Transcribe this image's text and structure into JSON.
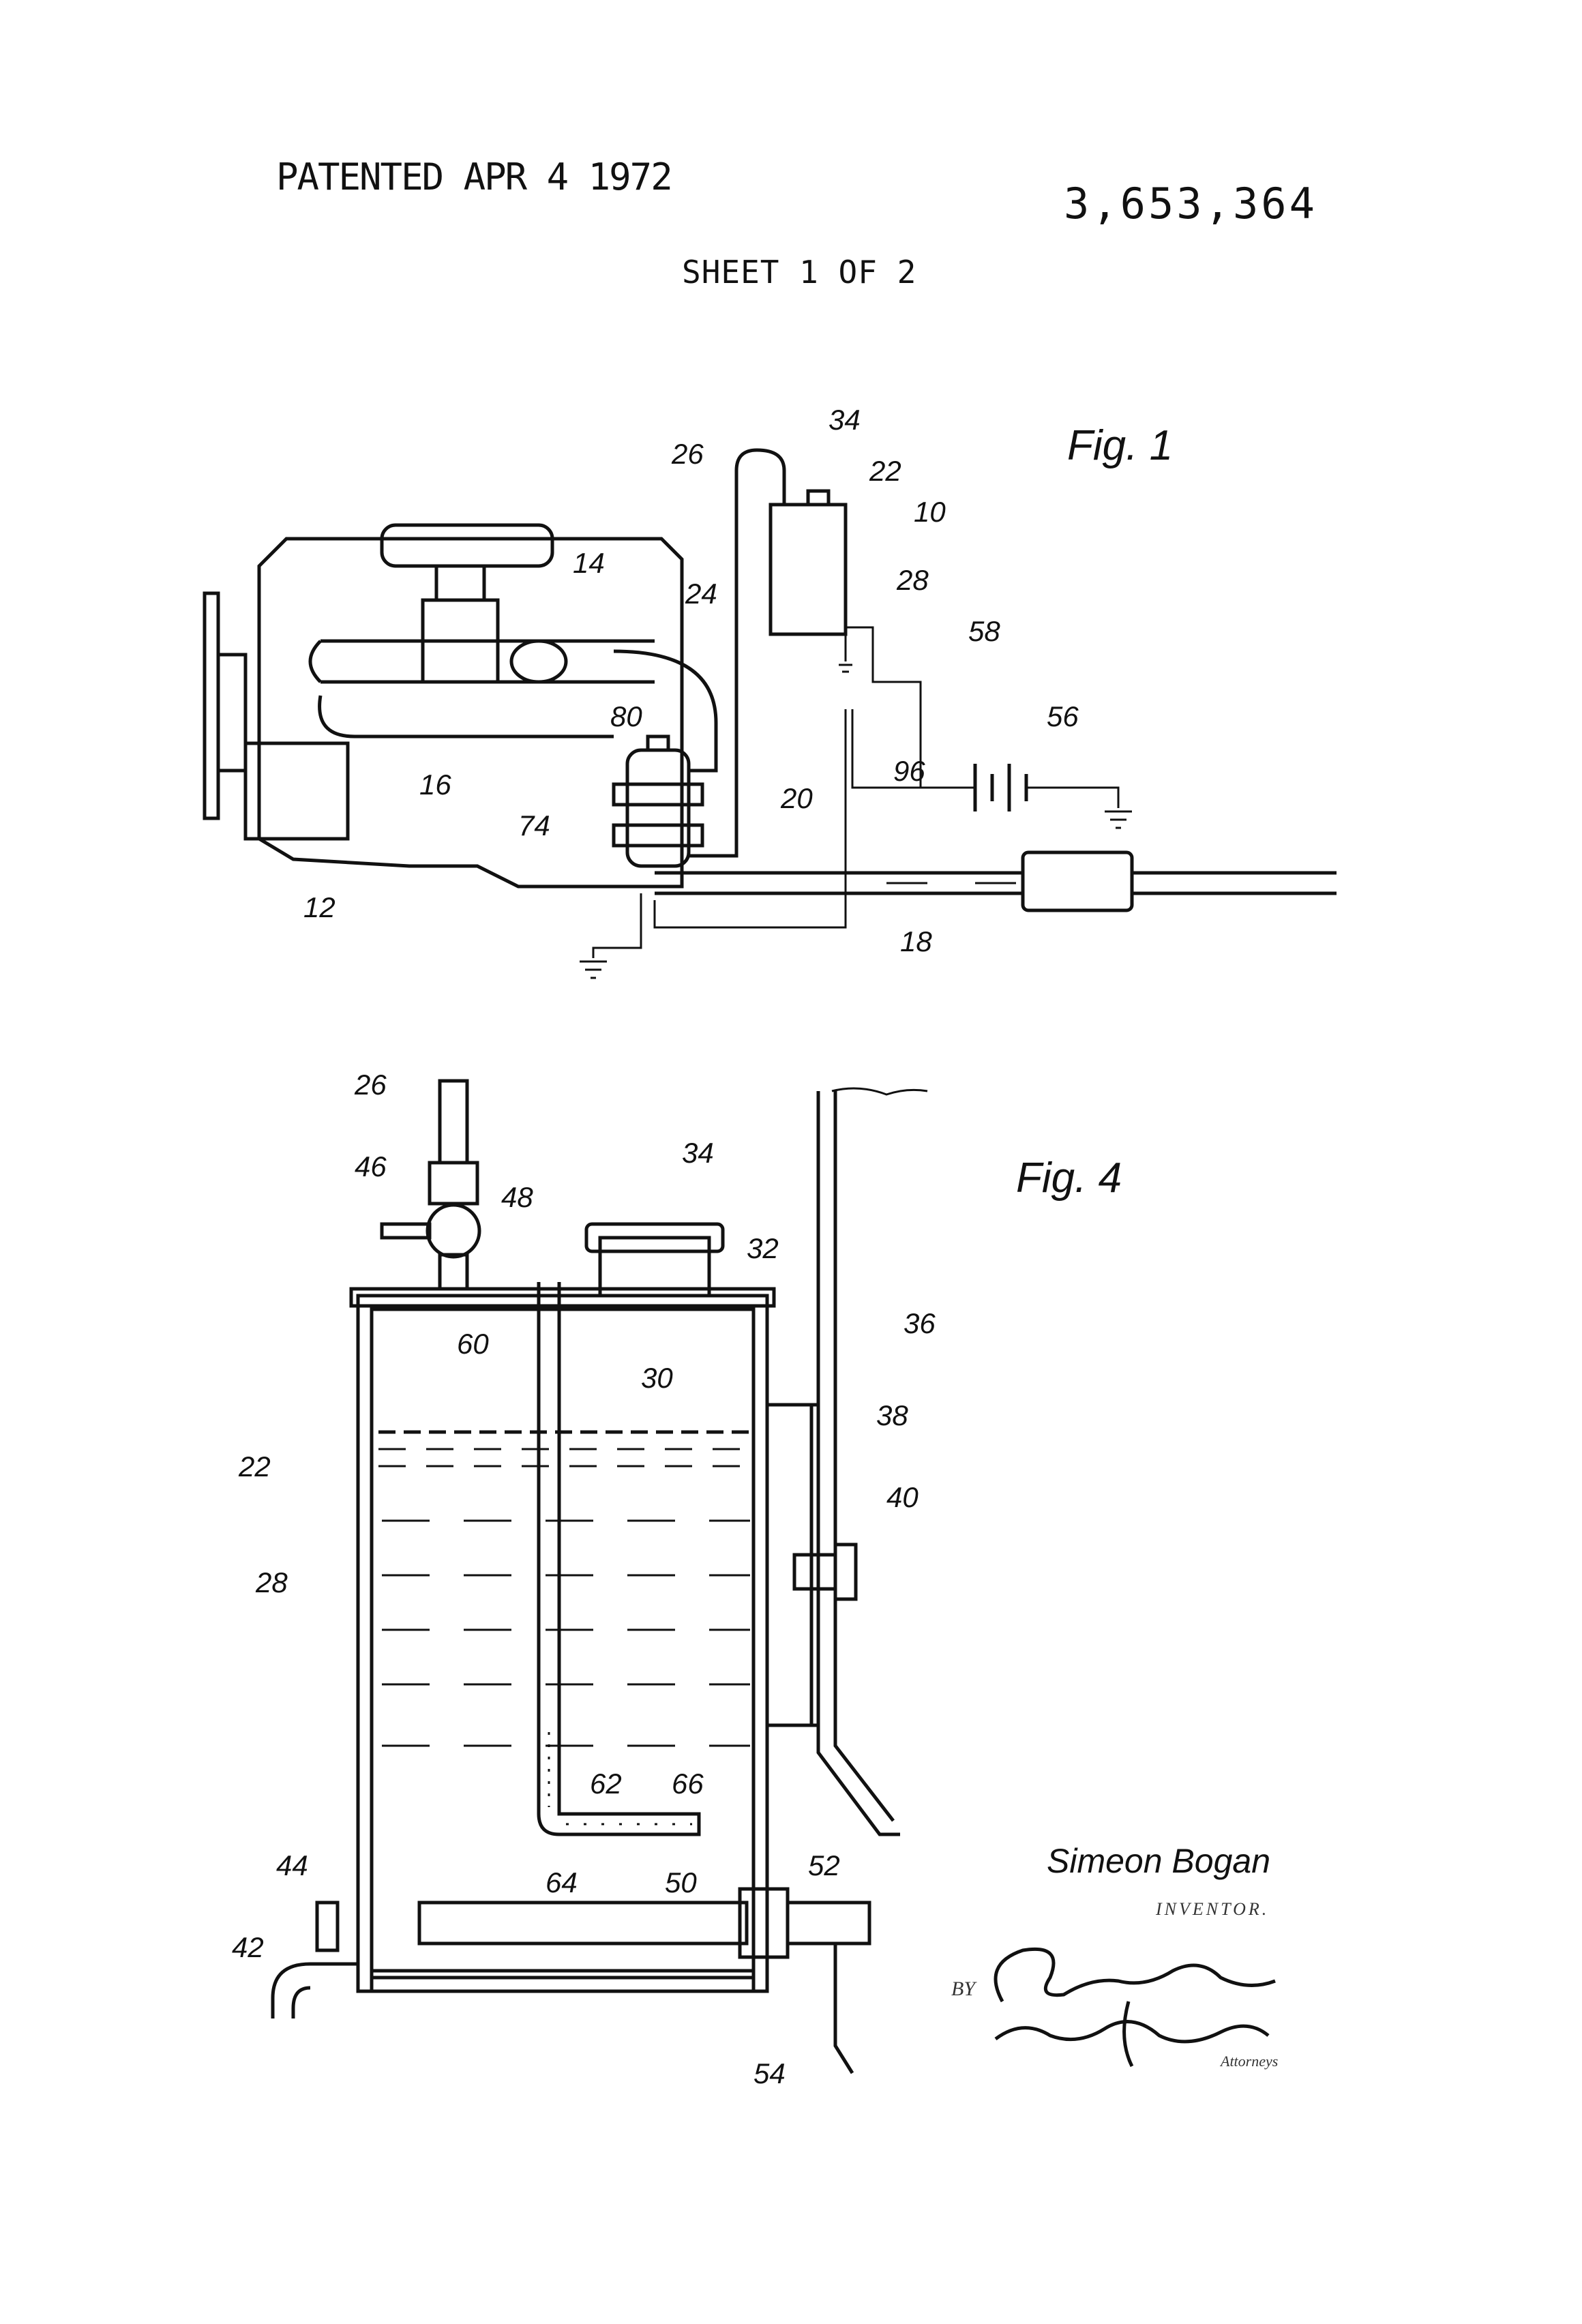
{
  "header": {
    "patented": "PATENTED APR 4 1972",
    "patent_number": "3,653,364",
    "sheet": "SHEET 1 OF 2"
  },
  "figures": {
    "fig1_label": "Fig. 1",
    "fig4_label": "Fig. 4"
  },
  "fig1_refs": [
    "26",
    "34",
    "22",
    "10",
    "14",
    "24",
    "28",
    "58",
    "80",
    "56",
    "16",
    "96",
    "20",
    "74",
    "12",
    "18"
  ],
  "fig4_refs": [
    "26",
    "46",
    "48",
    "34",
    "32",
    "36",
    "60",
    "30",
    "38",
    "22",
    "40",
    "28",
    "62",
    "66",
    "44",
    "64",
    "50",
    "52",
    "42",
    "54"
  ],
  "signature": {
    "inventor_name": "Simeon Bogan",
    "inventor_label": "INVENTOR.",
    "by_label": "BY",
    "attorneys_label": "Attorneys"
  }
}
